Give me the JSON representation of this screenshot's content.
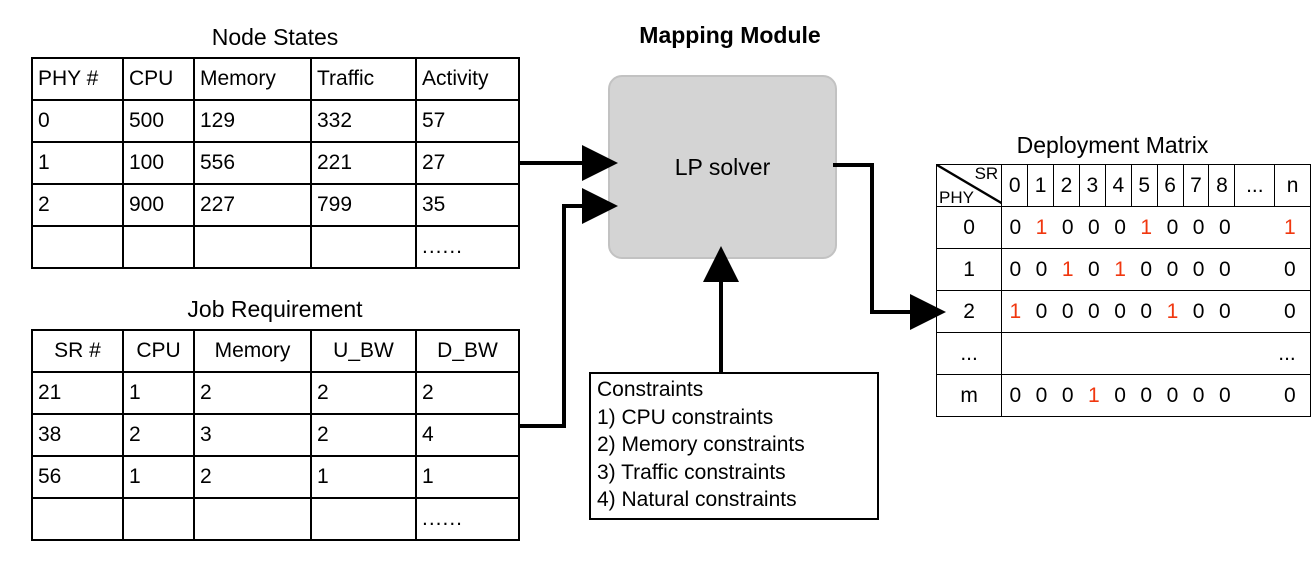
{
  "node_states": {
    "title": "Node States",
    "columns": [
      "PHY #",
      "CPU",
      "Memory",
      "Traffic",
      "Activity"
    ],
    "rows": [
      [
        "0",
        "500",
        "129",
        "332",
        "57"
      ],
      [
        "1",
        "100",
        "556",
        "221",
        "27"
      ],
      [
        "2",
        "900",
        "227",
        "799",
        "35"
      ],
      [
        "",
        "",
        "",
        "",
        "......"
      ]
    ]
  },
  "job_requirement": {
    "title": "Job Requirement",
    "columns": [
      "SR #",
      "CPU",
      "Memory",
      "U_BW",
      "D_BW"
    ],
    "rows": [
      [
        "21",
        "1",
        "2",
        "2",
        "2"
      ],
      [
        "38",
        "2",
        "3",
        "2",
        "4"
      ],
      [
        "56",
        "1",
        "2",
        "1",
        "1"
      ],
      [
        "",
        "",
        "",
        "",
        "......"
      ]
    ]
  },
  "mapping_module": {
    "title": "Mapping Module",
    "box_label": "LP solver",
    "box_fill": "#d4d4d4",
    "box_border": "#c2c2c2"
  },
  "constraints": {
    "heading": "Constraints",
    "items": [
      "1) CPU constraints",
      "2) Memory constraints",
      "3) Traffic constraints",
      "4) Natural constraints"
    ]
  },
  "deployment_matrix": {
    "title": "Deployment Matrix",
    "corner": {
      "col_axis": "SR",
      "row_axis": "PHY"
    },
    "column_headers": [
      "0",
      "1",
      "2",
      "3",
      "4",
      "5",
      "6",
      "7",
      "8",
      "...",
      "n"
    ],
    "row_headers": [
      "0",
      "1",
      "2",
      "...",
      "m"
    ],
    "highlight_color": "#f0370f",
    "rows": [
      {
        "label": "0",
        "values": [
          "0",
          "1",
          "0",
          "0",
          "0",
          "1",
          "0",
          "0",
          "0"
        ],
        "highlight": [
          1,
          5
        ],
        "tail": "1",
        "tail_highlight": true
      },
      {
        "label": "1",
        "values": [
          "0",
          "0",
          "1",
          "0",
          "1",
          "0",
          "0",
          "0",
          "0"
        ],
        "highlight": [
          2,
          4
        ],
        "tail": "0",
        "tail_highlight": false
      },
      {
        "label": "2",
        "values": [
          "1",
          "0",
          "0",
          "0",
          "0",
          "0",
          "1",
          "0",
          "0"
        ],
        "highlight": [
          0,
          6
        ],
        "tail": "0",
        "tail_highlight": false
      },
      {
        "label": "...",
        "values": [],
        "highlight": [],
        "tail": "...",
        "tail_highlight": false
      },
      {
        "label": "m",
        "values": [
          "0",
          "0",
          "0",
          "1",
          "0",
          "0",
          "0",
          "0",
          "0"
        ],
        "highlight": [
          3
        ],
        "tail": "0",
        "tail_highlight": false
      }
    ]
  }
}
